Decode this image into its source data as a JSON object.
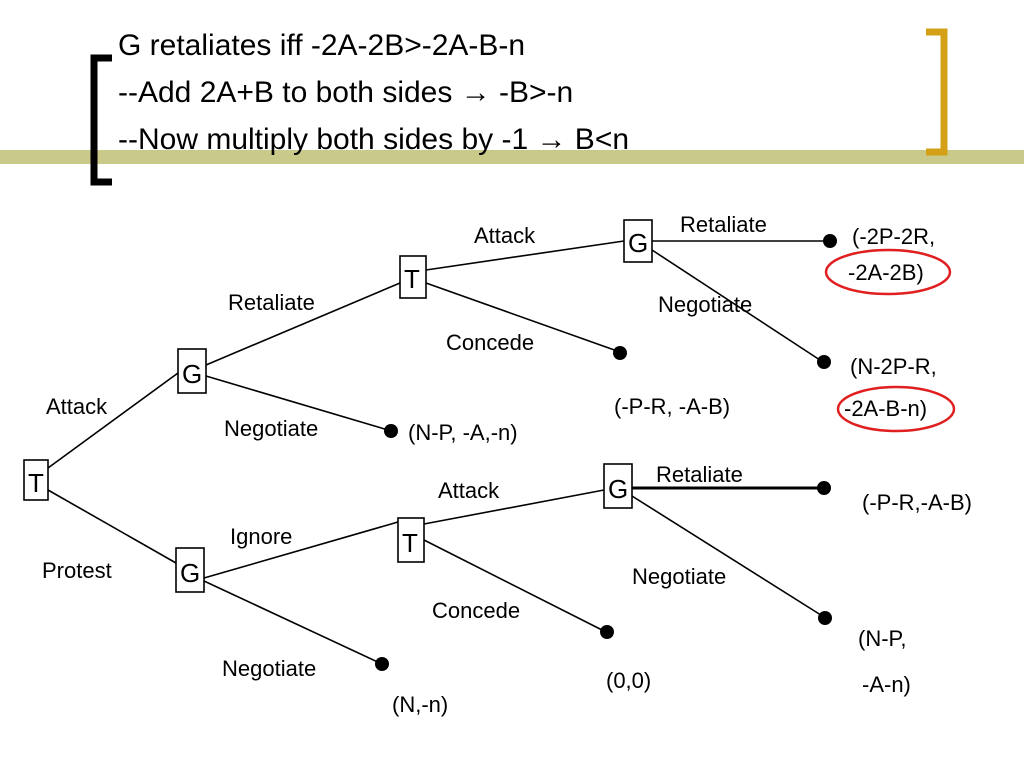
{
  "title": {
    "line1": "G retaliates iff -2A-2B>-2A-B-n",
    "line2": "--Add 2A+B to both sides → -B>-n",
    "line3": "--Now multiply both sides by -1 → B<n"
  },
  "colors": {
    "accent_bar": "#c9c98a",
    "bracket": "#d4a017",
    "highlight_circle": "#e02020"
  },
  "tree": {
    "root": "T",
    "g_top": "G",
    "t_top": "T",
    "g_top_top": "G",
    "g_bottom": "G",
    "t_bottom": "T",
    "g_bottom_top": "G",
    "edges": {
      "attack_root": "Attack",
      "protest_root": "Protest",
      "retaliate_g1": "Retaliate",
      "negotiate_g1": "Negotiate",
      "attack_t1": "Attack",
      "concede_t1": "Concede",
      "retaliate_g2": "Retaliate",
      "negotiate_g2": "Negotiate",
      "ignore_g3": "Ignore",
      "negotiate_g3": "Negotiate",
      "attack_t2": "Attack",
      "concede_t2": "Concede",
      "retaliate_g4": "Retaliate",
      "negotiate_g4": "Negotiate"
    },
    "payoffs": {
      "p1_l1": "(-2P-2R,",
      "p1_l2": "-2A-2B)",
      "p2_l1": "(N-2P-R,",
      "p2_l2": "-2A-B-n)",
      "p3": "(-P-R, -A-B)",
      "p4": "(N-P, -A,-n)",
      "p5": "(-P-R,-A-B)",
      "p6_l1": "(N-P,",
      "p6_l2": "-A-n)",
      "p7": "(0,0)",
      "p8": "(N,-n)"
    }
  }
}
